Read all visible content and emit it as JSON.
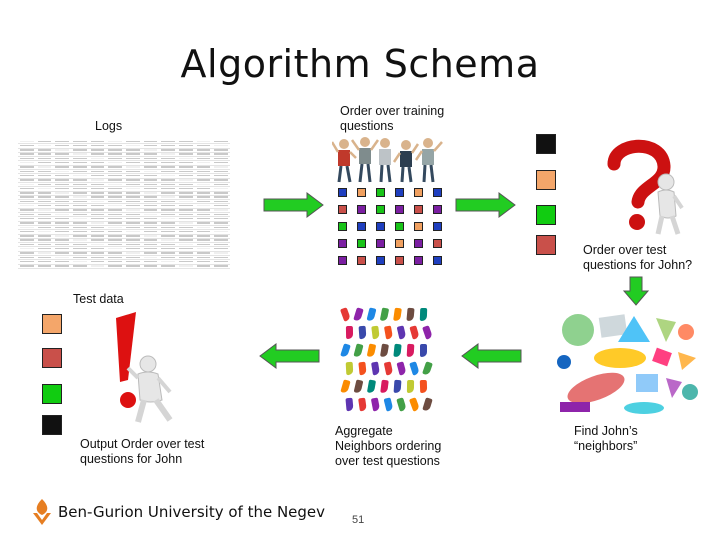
{
  "slide": {
    "title": "Algorithm Schema",
    "footer": "Ben-Gurion University of the Negev",
    "page_number": "51"
  },
  "labels": {
    "logs": "Logs",
    "order_training_1": "Order over training",
    "order_training_2": "questions",
    "order_test_1": "Order over test",
    "order_test_2": "questions for John?",
    "test_data": "Test data",
    "output_1": "Output Order over test",
    "output_2": "questions for John",
    "aggregate_1": "Aggregate",
    "aggregate_2": "Neighbors ordering",
    "aggregate_3": "over test questions",
    "find_1": "Find John’s",
    "find_2": "“neighbors”"
  },
  "colors": {
    "arrow_green": "#22cc22",
    "square_black": "#111111",
    "square_orange": "#f4a66a",
    "square_green": "#11cc11",
    "square_red": "#c9504a",
    "grid_purple": "#7b1fa2",
    "grid_blue": "#1f3fbf",
    "grid_green": "#19c419",
    "grid_orange": "#f0a060"
  },
  "icons": {
    "logo": "university-logo-icon",
    "question": "question-mark-figure-icon",
    "exclamation": "exclamation-mark-figure-icon",
    "people": "people-group-icon",
    "socks": "socks-collection-icon",
    "shapes": "colored-shapes-icon"
  }
}
